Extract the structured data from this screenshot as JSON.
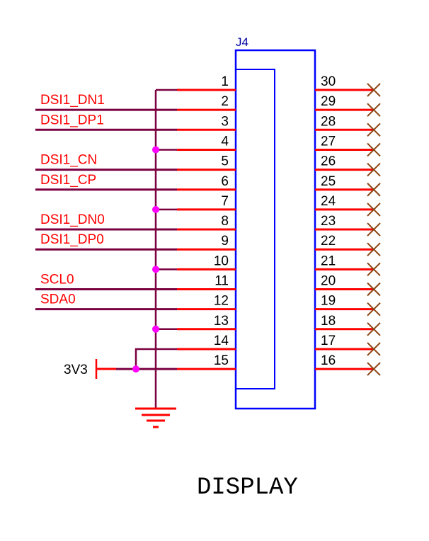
{
  "component": {
    "ref": "J4",
    "left_pins": [
      "1",
      "2",
      "3",
      "4",
      "5",
      "6",
      "7",
      "8",
      "9",
      "10",
      "11",
      "12",
      "13",
      "14",
      "15"
    ],
    "right_pins": [
      "30",
      "29",
      "28",
      "27",
      "26",
      "25",
      "24",
      "23",
      "22",
      "21",
      "20",
      "19",
      "18",
      "17",
      "16"
    ]
  },
  "nets": [
    {
      "label": "DSI1_DN1",
      "pin": 2
    },
    {
      "label": "DSI1_DP1",
      "pin": 3
    },
    {
      "label": "DSI1_CN",
      "pin": 5
    },
    {
      "label": "DSI1_CP",
      "pin": 6
    },
    {
      "label": "DSI1_DN0",
      "pin": 8
    },
    {
      "label": "DSI1_DP0",
      "pin": 9
    },
    {
      "label": "SCL0",
      "pin": 11
    },
    {
      "label": "SDA0",
      "pin": 12
    }
  ],
  "ground_pins": [
    1,
    4,
    7,
    10,
    13
  ],
  "power": {
    "label": "3V3",
    "pins": [
      14,
      15
    ]
  },
  "no_connect_pins": [
    "16",
    "17",
    "18",
    "19",
    "20",
    "21",
    "22",
    "23",
    "24",
    "25",
    "26",
    "27",
    "28",
    "29",
    "30"
  ],
  "title": "DISPLAY",
  "colors": {
    "wire": "#7a0040",
    "pin": "#ff0000",
    "body": "#0000ff",
    "junction": "#ff00ff",
    "no_connect": "#8b4513",
    "net_label": "#ff0000"
  }
}
